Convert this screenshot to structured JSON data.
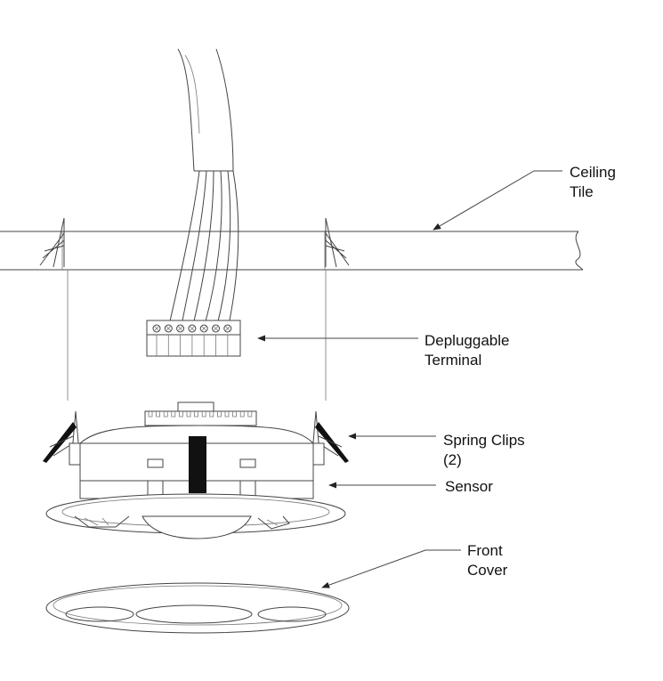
{
  "labels": {
    "ceiling_tile": "Ceiling\nTile",
    "depluggable_terminal": "Depluggable\nTerminal",
    "spring_clips": "Spring Clips\n(2)",
    "sensor": "Sensor",
    "front_cover": "Front\nCover"
  },
  "colors": {
    "line": "#444444",
    "text": "#111111",
    "sensor_window": "#111111"
  }
}
